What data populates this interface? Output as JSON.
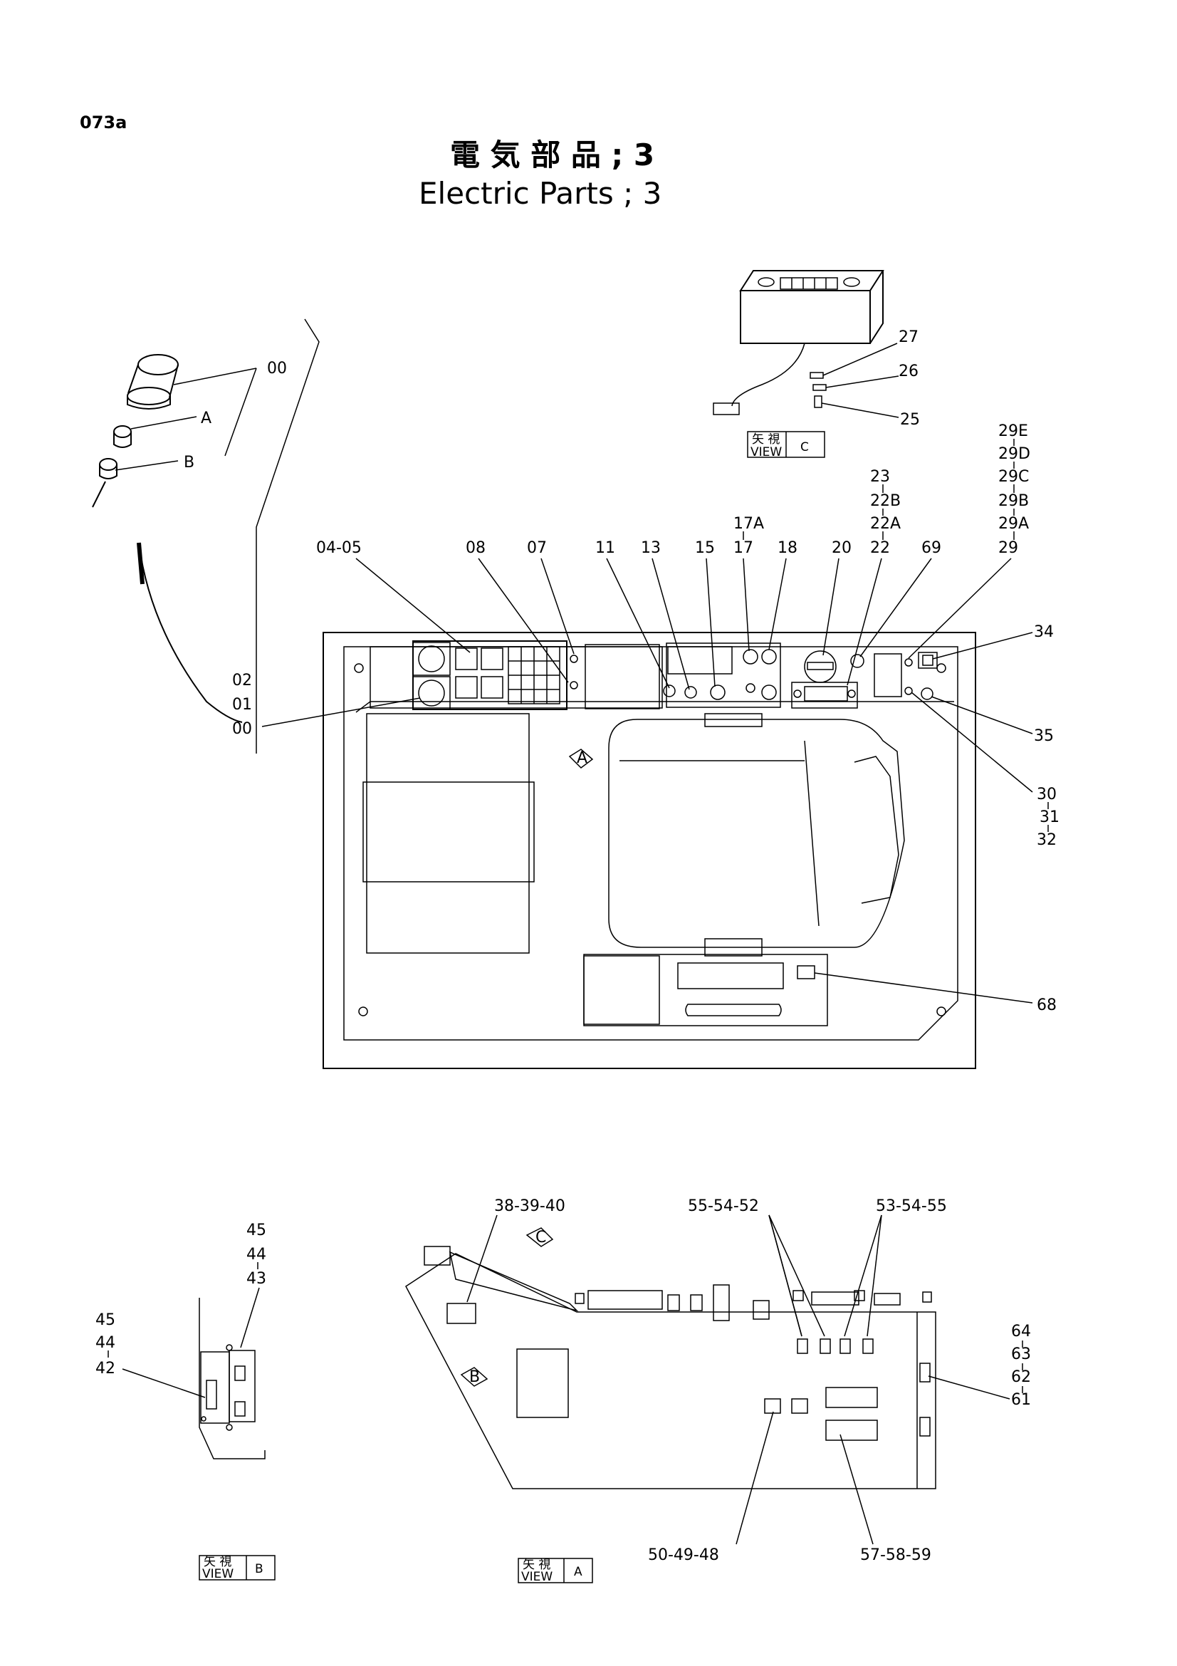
{
  "page_code": "073a",
  "title_jp": "電 気 部 品 ; 3",
  "title_en": "Electric Parts ; 3",
  "views": {
    "c": {
      "kanji": "矢 視",
      "view": "VIEW",
      "letter": "C"
    },
    "b": {
      "kanji": "矢 視",
      "view": "VIEW",
      "letter": "B"
    },
    "a": {
      "kanji": "矢 視",
      "view": "VIEW",
      "letter": "A"
    }
  },
  "markers": {
    "a": "A",
    "b": "B",
    "c": "C"
  },
  "labels": {
    "p00_top": "00",
    "pA": "A",
    "pB": "B",
    "p02": "02",
    "p01": "01",
    "p00_bot": "00",
    "p27": "27",
    "p26": "26",
    "p25": "25",
    "p29E": "29E",
    "p29D": "29D",
    "p29C": "29C",
    "p29B": "29B",
    "p29A": "29A",
    "p29": "29",
    "p23": "23",
    "p22B": "22B",
    "p22A": "22A",
    "p22": "22",
    "p17A": "17A",
    "p17": "17",
    "p0405": "04-05",
    "p08": "08",
    "p07": "07",
    "p11": "11",
    "p13": "13",
    "p15": "15",
    "p18": "18",
    "p20": "20",
    "p69": "69",
    "p34": "34",
    "p35": "35",
    "p30": "30",
    "p31": "31",
    "p32": "32",
    "p68": "68",
    "p383940": "38-39-40",
    "p555452": "55-54-52",
    "p535455": "53-54-55",
    "p45a": "45",
    "p44a": "44",
    "p43": "43",
    "p45b": "45",
    "p44b": "44",
    "p42": "42",
    "p64": "64",
    "p63": "63",
    "p62": "62",
    "p61": "61",
    "p504948": "50-49-48",
    "p575859": "57-58-59"
  }
}
